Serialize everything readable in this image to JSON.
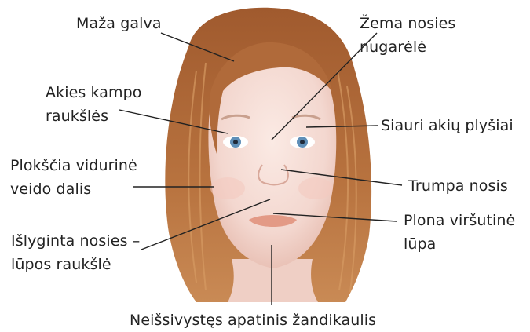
{
  "labels": {
    "small_head": "Maža galva",
    "low_nasal_bridge": "Žema nosies\nnugarėlė",
    "epicanthal_folds": "Akies kampo\nraukšlės",
    "narrow_palpebral_fissures": "Siauri akių plyšiai",
    "flat_midface": "Plokščia vidurinė\nveido dalis",
    "short_nose": "Trumpa nosis",
    "smooth_philtrum": "Išlyginta nosies –\nlūpos raukšlė",
    "thin_upper_lip": "Plona viršutinė\nlūpa",
    "underdeveloped_jaw": "Neišsivystęs apatinis žandikaulis"
  },
  "colors": {
    "hair": "#b06a3a",
    "hair_highlight": "#d69a62",
    "skin": "#f6dfd8",
    "eyes": "#5f8fb8",
    "lips": "#e39a86",
    "leader_lines": "#222222"
  }
}
